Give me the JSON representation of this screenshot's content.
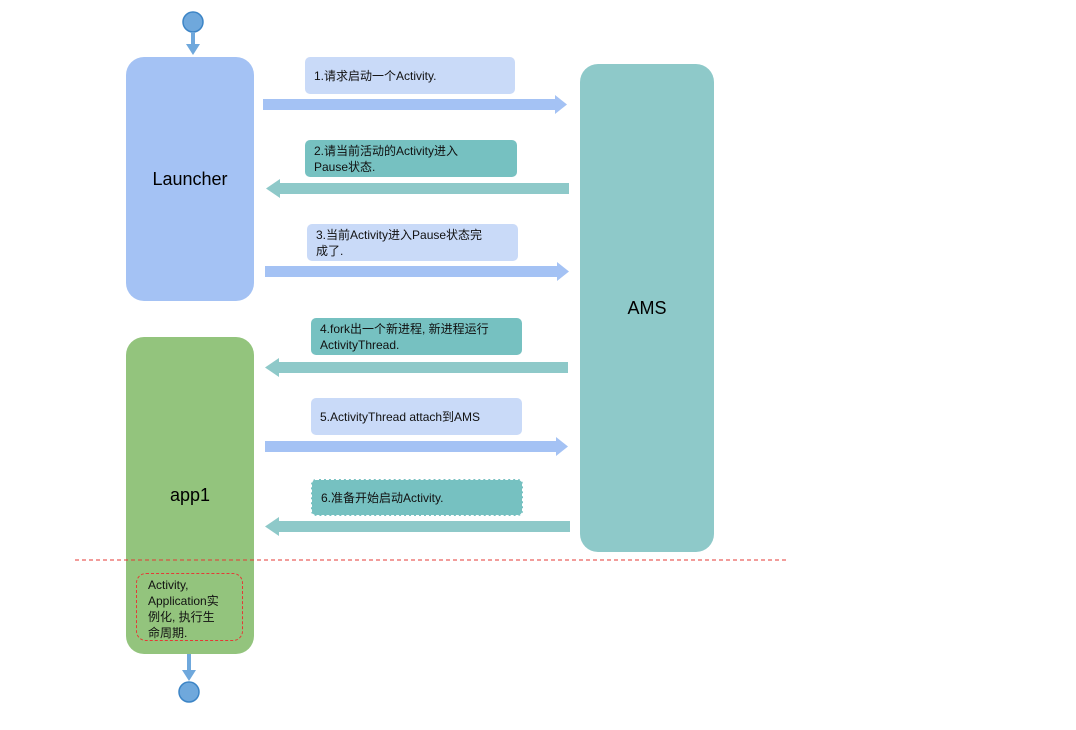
{
  "nodes": {
    "launcher": "Launcher",
    "app1": "app1",
    "ams": "AMS"
  },
  "messages": [
    {
      "text": "1.请求启动一个Activity.",
      "direction": "to-ams"
    },
    {
      "text": "2.请当前活动的Activity进入\nPause状态.",
      "direction": "to-client"
    },
    {
      "text": "3.当前Activity进入Pause状态完\n成了.",
      "direction": "to-ams"
    },
    {
      "text": "4.fork出一个新进程, 新进程运行\nActivityThread.",
      "direction": "to-client"
    },
    {
      "text": "5.ActivityThread attach到AMS",
      "direction": "to-ams"
    },
    {
      "text": "6.准备开始启动Activity.",
      "direction": "to-client"
    }
  ],
  "note": "Activity,\nApplication实\n例化, 执行生\n命周期.",
  "colors": {
    "launcher": "#a4c2f4",
    "app1": "#93c47d",
    "ams": "#8ec9c9",
    "arrow_right": "#a4c2f4",
    "arrow_left": "#8ec9c9",
    "terminal": "#6fa8dc",
    "divider": "#e53935"
  }
}
